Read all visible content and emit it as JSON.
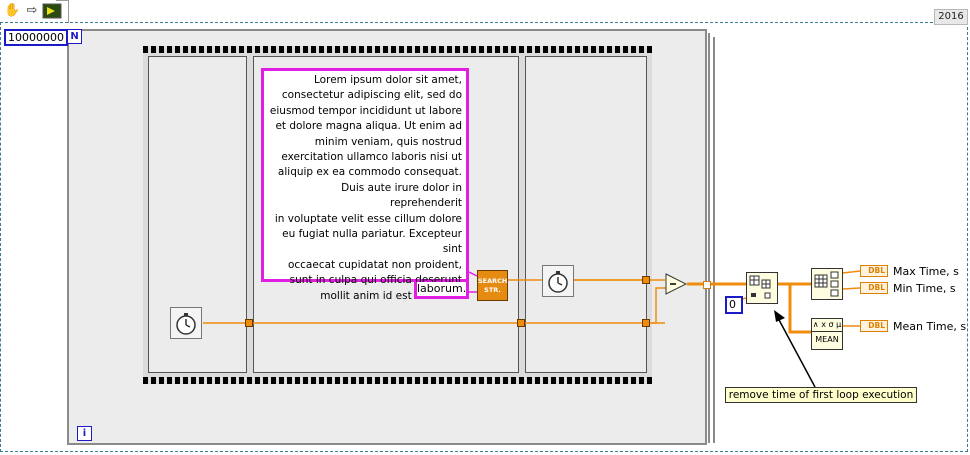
{
  "header": {
    "version_label": "2016",
    "toolbar_icons": [
      "hand-icon",
      "arrow-icon",
      "run-vi-icon"
    ]
  },
  "loop": {
    "count_constant": "10000000",
    "count_terminal": "N",
    "iteration_terminal": "i"
  },
  "sequence": {
    "string_constant": "Lorem ipsum dolor sit amet,\nconsectetur adipiscing elit, sed do\neiusmod tempor incididunt ut labore\net dolore magna aliqua. Ut enim ad\nminim veniam, quis nostrud\nexercitation ullamco laboris nisi ut\naliquip ex ea commodo consequat.\nDuis aute irure dolor in reprehenderit\nin voluptate velit esse cillum dolore\neu fugiat nulla pariatur. Excepteur sint\noccaecat cupidatat non proident,\nsunt in culpa qui officia deserunt\nmollit anim id est laborum.",
    "search_constant": "laborum.",
    "search_function_label": "SEARCH\nSTR."
  },
  "processing": {
    "index_constant": "0",
    "mean_label": "MEAN",
    "mean_symbols": "∧ x σ μ"
  },
  "indicators": [
    {
      "type_label": "DBL",
      "label": "Max Time, s"
    },
    {
      "type_label": "DBL",
      "label": "Min Time, s"
    },
    {
      "type_label": "DBL",
      "label": "Mean Time, s"
    }
  ],
  "comment": "remove time of first loop execution",
  "colors": {
    "numeric_wire": "#f08c0c",
    "string_wire": "#e21ee2",
    "loop_border": "#8a8a8a",
    "constant_border": "#1c1cc6",
    "comment_bg": "#ffffcc",
    "frame_dash": "#3a7a94"
  }
}
